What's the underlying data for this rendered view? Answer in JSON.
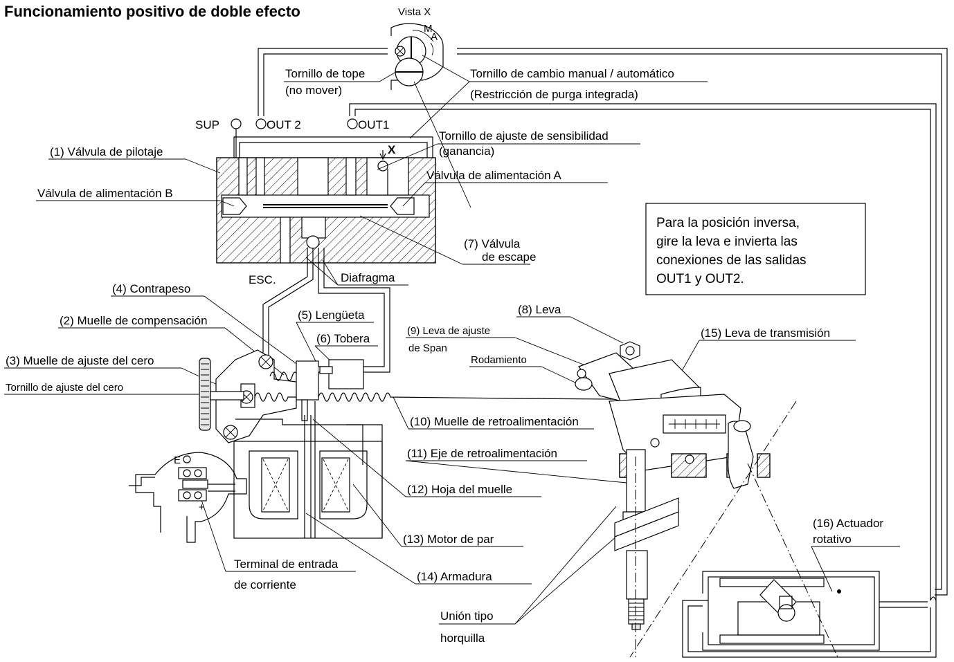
{
  "title": "Funcionamiento positivo de doble efecto",
  "view_label": "Vista X",
  "ports": {
    "sup": "SUP",
    "out2": "OUT 2",
    "out1": "OUT1",
    "esc": "ESC."
  },
  "arrow_x": "X",
  "view_marks": {
    "m": "M",
    "a": "A"
  },
  "terminal_marks": {
    "e": "E",
    "plus": "+"
  },
  "labels": {
    "stop_screw": "Tornillo de tope",
    "stop_screw_note": "(no mover)",
    "auto_manual": "Tornillo de cambio manual / automático",
    "auto_manual_note": "(Restricción de purga integrada)",
    "sensitivity": "Tornillo de ajuste de sensibilidad",
    "sensitivity_note": "(ganancia)",
    "pilot_valve": "(1) Válvula de pilotaje",
    "supply_valve_a": "Válvula de alimentación A",
    "supply_valve_b": "Válvula de alimentación B",
    "exhaust_valve_1": "(7) Válvula",
    "exhaust_valve_2": "de escape",
    "diaphragm": "Diafragma",
    "counterweight": "(4) Contrapeso",
    "compensation_spring": "(2) Muelle de compensación",
    "flapper": "(5) Lengüeta",
    "nozzle": "(6) Tobera",
    "zero_spring": "(3) Muelle de ajuste del cero",
    "zero_screw": "Tornillo de ajuste del cero",
    "cam": "(8) Leva",
    "span_cam_1": "(9) Leva de ajuste",
    "span_cam_2": "de Span",
    "bearing": "Rodamiento",
    "drive_cam": "(15) Leva de transmisión",
    "feedback_spring": "(10) Muelle de retroalimentación",
    "feedback_shaft": "(11) Eje de retroalimentación",
    "spring_leaf": "(12) Hoja del muelle",
    "torque_motor": "(13) Motor de par",
    "armature": "(14) Armadura",
    "input_terminal_1": "Terminal de entrada",
    "input_terminal_2": "de corriente",
    "fork_joint_1": "Unión tipo",
    "fork_joint_2": "horquilla",
    "actuator_1": "(16) Actuador",
    "actuator_2": "rotativo"
  },
  "note_lines": [
    "Para la posición inversa,",
    "gire la leva e invierta las",
    "conexiones de las salidas",
    "OUT1 y OUT2."
  ]
}
